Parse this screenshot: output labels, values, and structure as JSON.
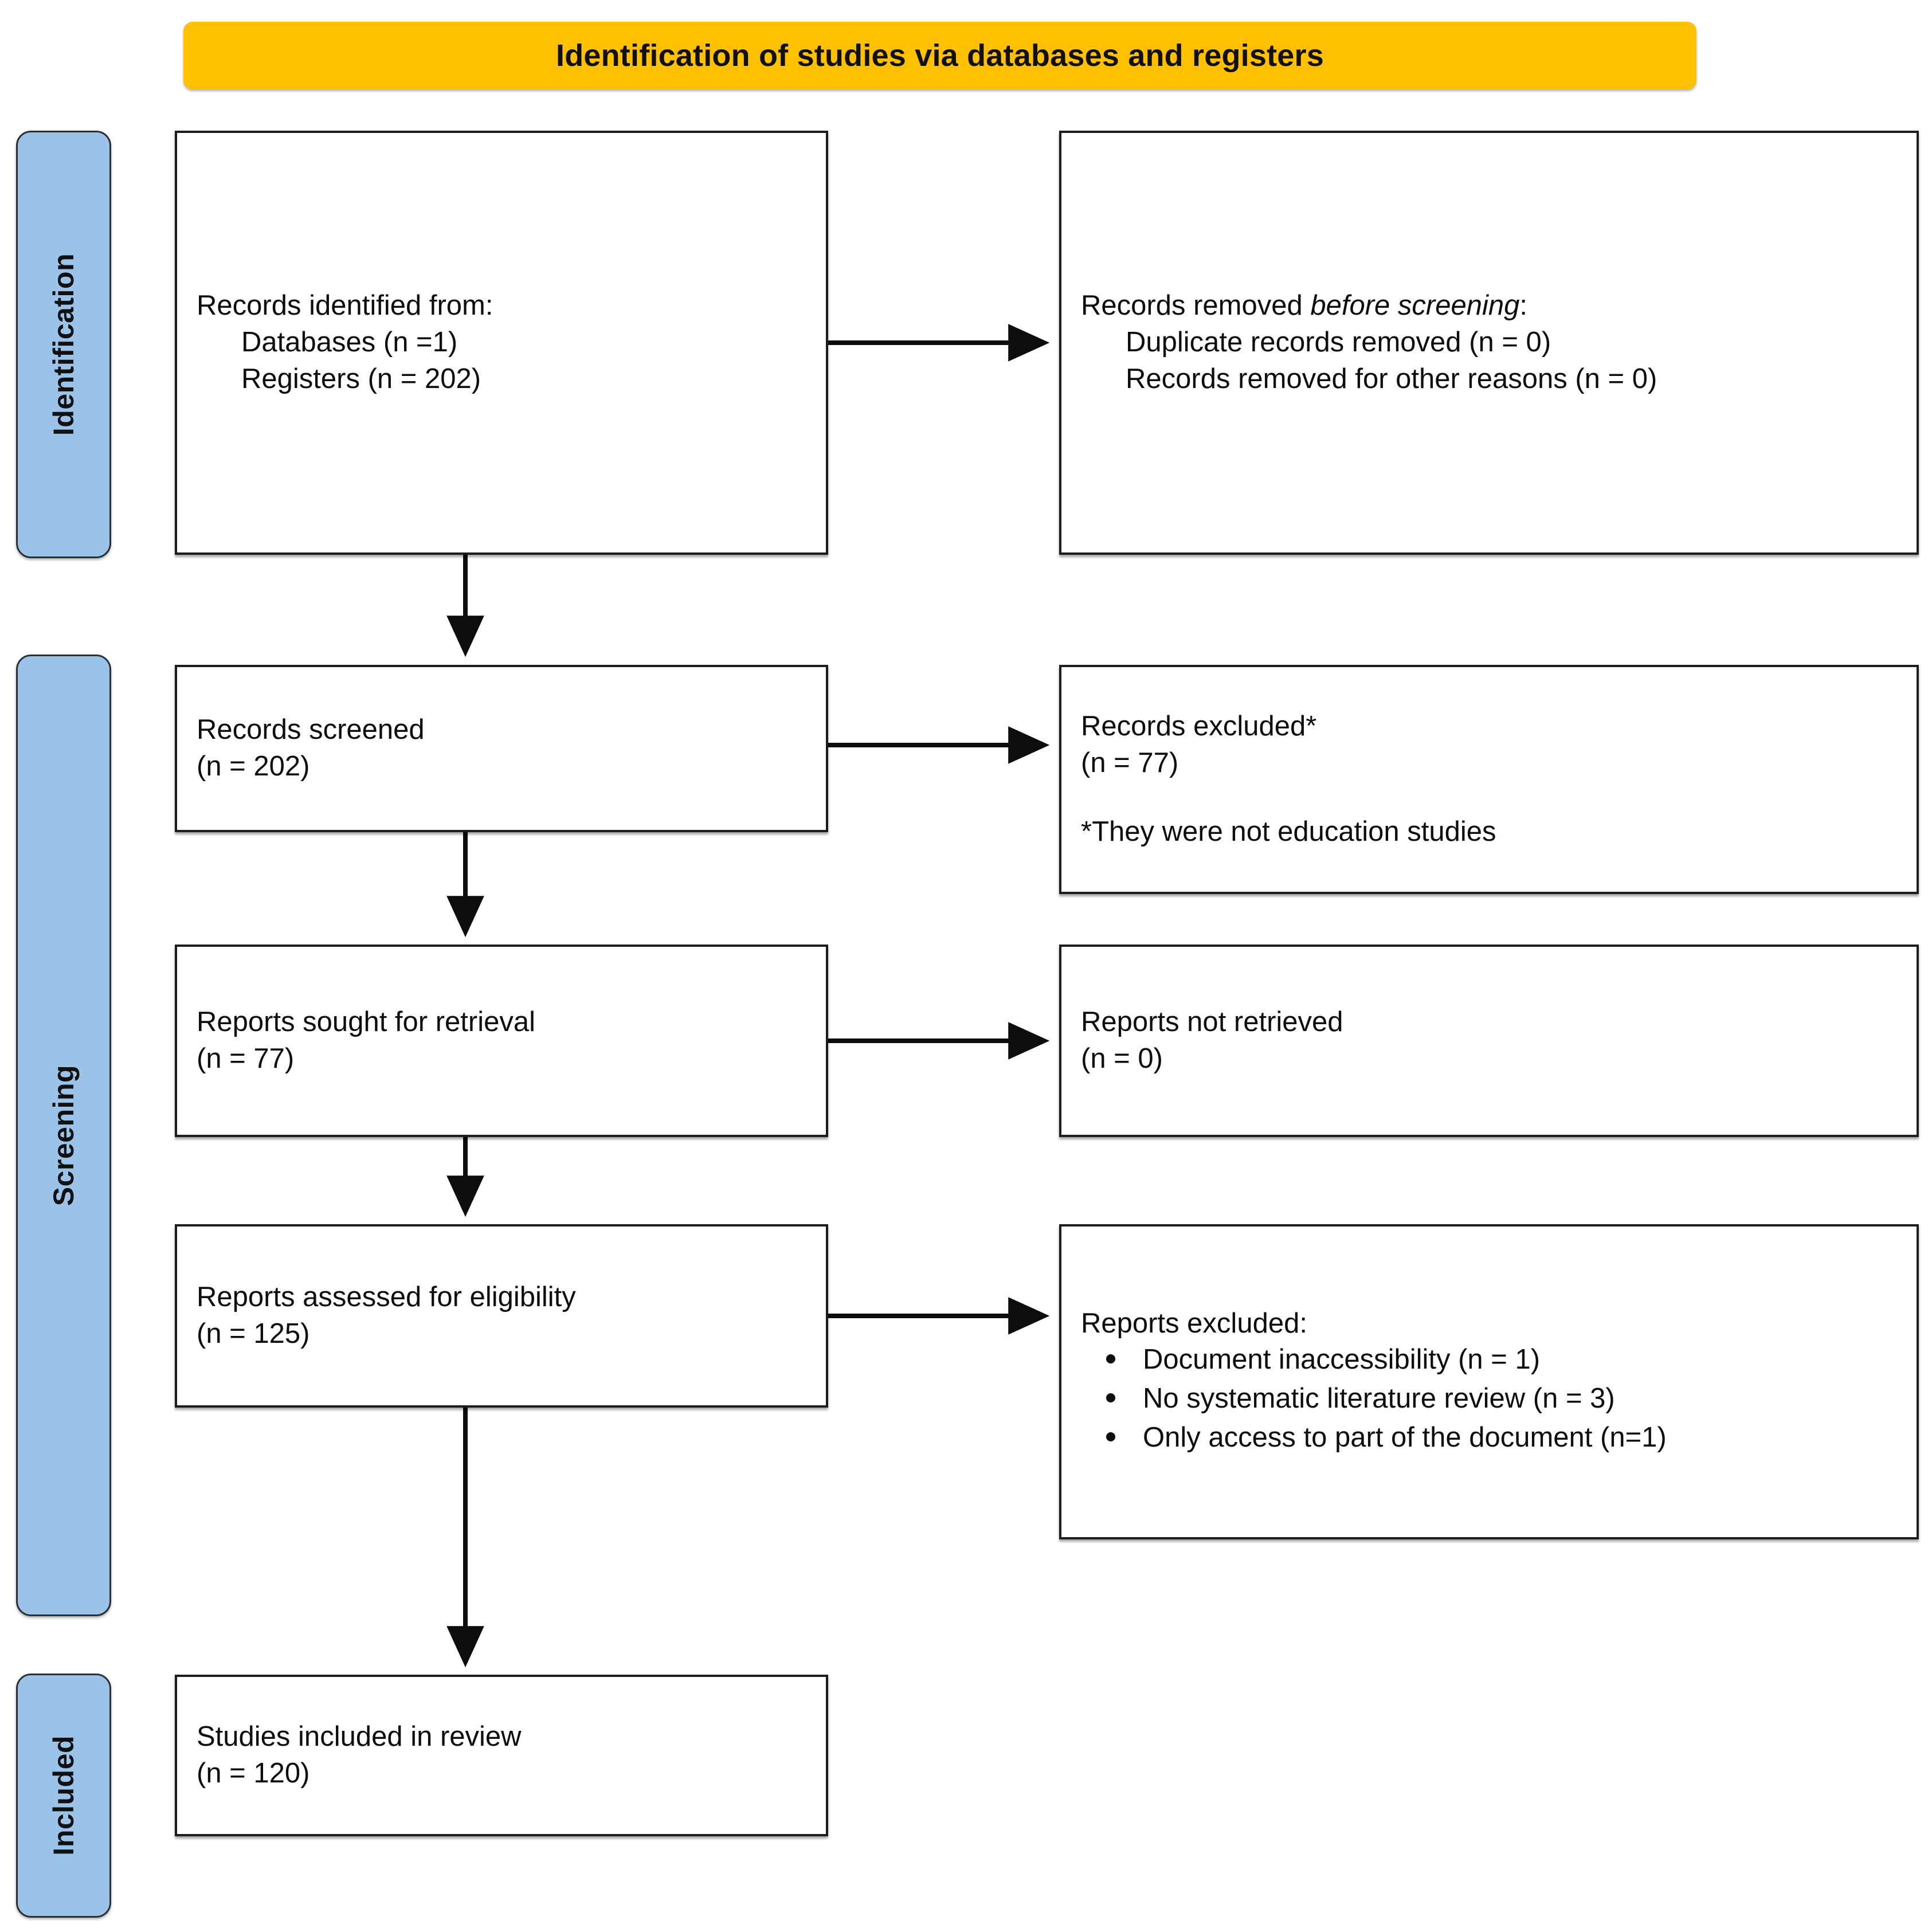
{
  "header": {
    "title": "Identification of studies via databases and registers"
  },
  "stages": [
    {
      "id": "identification",
      "label": "Identification"
    },
    {
      "id": "screening",
      "label": "Screening"
    },
    {
      "id": "included",
      "label": "Included"
    }
  ],
  "boxes": {
    "identified": {
      "title": "Records identified from:",
      "item1": "Databases (n =1)",
      "item2": "Registers (n = 202)"
    },
    "removed": {
      "title_a": "Records removed ",
      "title_italic": "before screening",
      "title_b": ":",
      "item1": "Duplicate records removed (n = 0)",
      "item2": "Records removed for other reasons (n = 0)"
    },
    "screened": {
      "title": "Records screened",
      "count": "(n = 202)"
    },
    "excluded": {
      "title": "Records excluded*",
      "count": "(n = 77)",
      "note": "*They were not education studies"
    },
    "sought": {
      "title": "Reports sought for retrieval",
      "count": "(n = 77)"
    },
    "not_retrieved": {
      "title": "Reports not retrieved",
      "count": "(n = 0)"
    },
    "assessed": {
      "title": "Reports assessed for eligibility",
      "count": "(n = 125)"
    },
    "reports_excluded": {
      "title": "Reports excluded:",
      "reasons": [
        "Document inaccessibility (n = 1)",
        "No systematic literature review (n = 3)",
        "Only access to part of the document (n=1)"
      ]
    },
    "included": {
      "title": "Studies included in review",
      "count": "(n = 120)"
    }
  },
  "colors": {
    "banner": "#FFC000",
    "stage": "#9BC2E8",
    "box_border": "#1D1D1D",
    "text": "#0D0D0D"
  },
  "chart_data": {
    "type": "diagram",
    "title": "PRISMA 2020 flow diagram",
    "flow": [
      {
        "stage": "Identification",
        "node": "Records identified from databases",
        "n": 1
      },
      {
        "stage": "Identification",
        "node": "Records identified from registers",
        "n": 202
      },
      {
        "stage": "Identification",
        "node": "Duplicate records removed",
        "n": 0
      },
      {
        "stage": "Identification",
        "node": "Records removed for other reasons",
        "n": 0
      },
      {
        "stage": "Screening",
        "node": "Records screened",
        "n": 202
      },
      {
        "stage": "Screening",
        "node": "Records excluded",
        "n": 77
      },
      {
        "stage": "Screening",
        "node": "Reports sought for retrieval",
        "n": 77
      },
      {
        "stage": "Screening",
        "node": "Reports not retrieved",
        "n": 0
      },
      {
        "stage": "Screening",
        "node": "Reports assessed for eligibility",
        "n": 125
      },
      {
        "stage": "Screening",
        "node": "Reports excluded: Document inaccessibility",
        "n": 1
      },
      {
        "stage": "Screening",
        "node": "Reports excluded: No systematic literature review",
        "n": 3
      },
      {
        "stage": "Screening",
        "node": "Reports excluded: Only access to part of the document",
        "n": 1
      },
      {
        "stage": "Included",
        "node": "Studies included in review",
        "n": 120
      }
    ]
  }
}
